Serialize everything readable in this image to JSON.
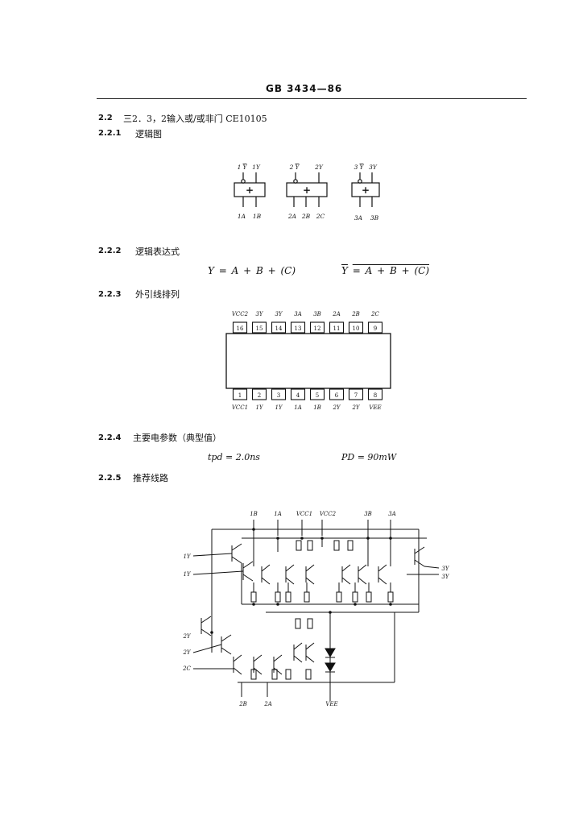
{
  "header": {
    "standard": "GB 3434—86"
  },
  "s22": {
    "num": "2.2",
    "title": "三2．3，2输入或/或非门  CE10105"
  },
  "s221": {
    "num": "2.2.1",
    "title": "逻辑图",
    "gate_symbol": "+",
    "gates": [
      {
        "out_inv": "1",
        "out": "1Y",
        "in1": "1A",
        "in2": "1B"
      },
      {
        "out_inv": "2",
        "out": "2Y",
        "in1": "2A",
        "in2": "2B",
        "in3": "2C"
      },
      {
        "out_inv": "3",
        "out": "3Y",
        "in1": "3A",
        "in2": "3B"
      }
    ],
    "y_char": "Y"
  },
  "s222": {
    "num": "2.2.2",
    "title": "逻辑表达式",
    "expr1": "Y = A + B + (C)",
    "expr2_lhs": "Y",
    "expr2_rhs": "= A + B + (C)"
  },
  "s223": {
    "num": "2.2.3",
    "title": "外引线排列",
    "top_labels": [
      "VCC2",
      "3Y",
      "3Y",
      "3A",
      "3B",
      "2A",
      "2B",
      "2C"
    ],
    "top_pins": [
      "16",
      "15",
      "14",
      "13",
      "12",
      "11",
      "10",
      "9"
    ],
    "bottom_pins": [
      "1",
      "2",
      "3",
      "4",
      "5",
      "6",
      "7",
      "8"
    ],
    "bottom_labels": [
      "VCC1",
      "1Y",
      "1Y",
      "1A",
      "1B",
      "2Y",
      "2Y",
      "VEE"
    ]
  },
  "s224": {
    "num": "2.2.4",
    "title": "主要电参数（典型值）",
    "tpd": "tpd = 2.0ns",
    "pd": "PD = 90mW"
  },
  "s225": {
    "num": "2.2.5",
    "title": "推荐线路",
    "top_labels": [
      "1B",
      "1A",
      "VCC1",
      "VCC2",
      "3B",
      "3A"
    ],
    "left_labels": [
      "1Y",
      "1Y",
      "2Y",
      "2Y",
      "2C"
    ],
    "right_labels": [
      "3Y",
      "3Y"
    ],
    "bottom_labels": [
      "2B",
      "2A",
      "VEE"
    ]
  }
}
